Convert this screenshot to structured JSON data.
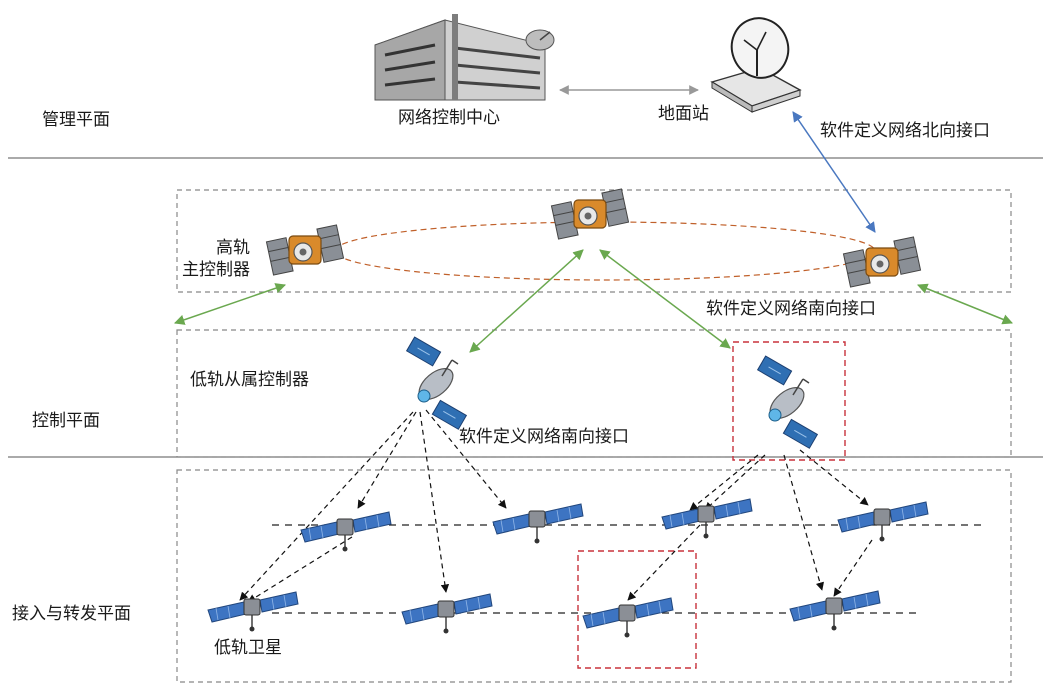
{
  "planes": {
    "management": "管理平面",
    "control": "控制平面",
    "access": "接入与转发平面"
  },
  "nodes": {
    "ncc": "网络控制中心",
    "ground_station": "地面站",
    "geo_master": "高轨\n主控制器",
    "leo_slave": "低轨从属控制器",
    "leo_sat": "低轨卫星"
  },
  "interfaces": {
    "northbound": "软件定义网络北向接口",
    "southbound_geo": "软件定义网络南向接口",
    "southbound_leo": "软件定义网络南向接口"
  },
  "colors": {
    "northbound_link": "#4a78c0",
    "southbound_link": "#6aa84f",
    "geo_orbit": "#c0602a",
    "highlight_box": "#c8323c",
    "plane_divider": "#777777"
  }
}
